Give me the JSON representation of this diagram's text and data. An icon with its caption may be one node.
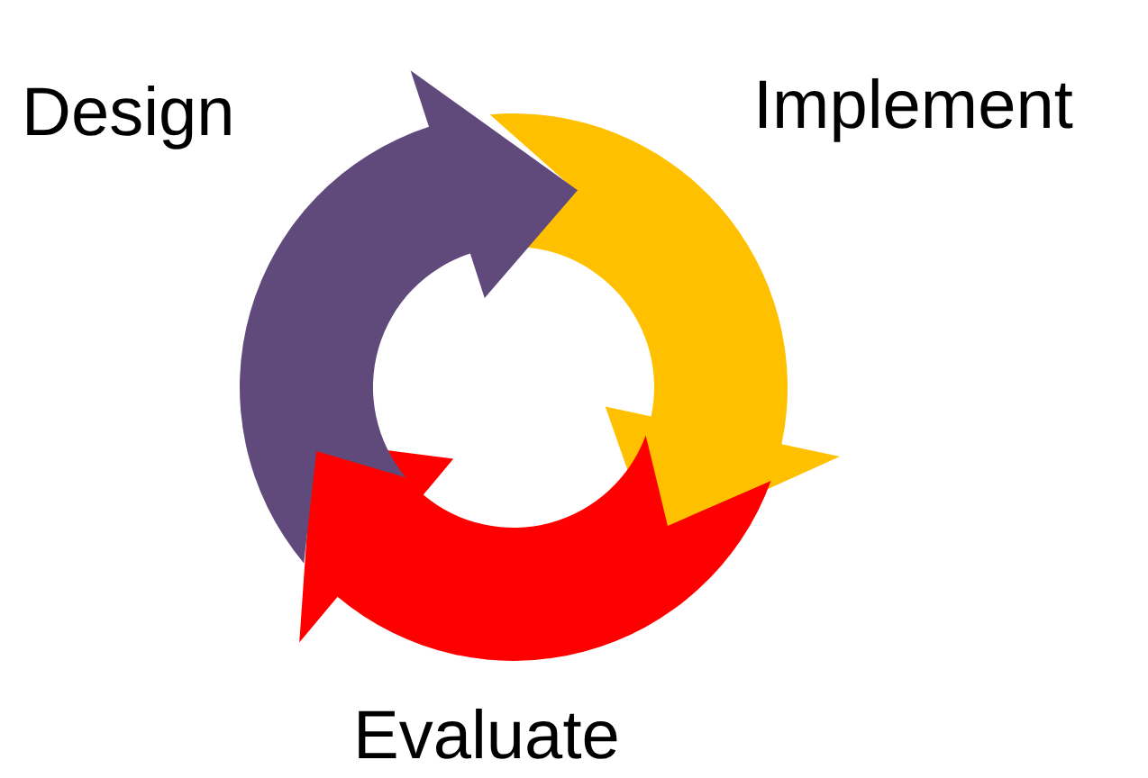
{
  "diagram": {
    "labels": [
      "Design",
      "Implement",
      "Evaluate"
    ]
  }
}
